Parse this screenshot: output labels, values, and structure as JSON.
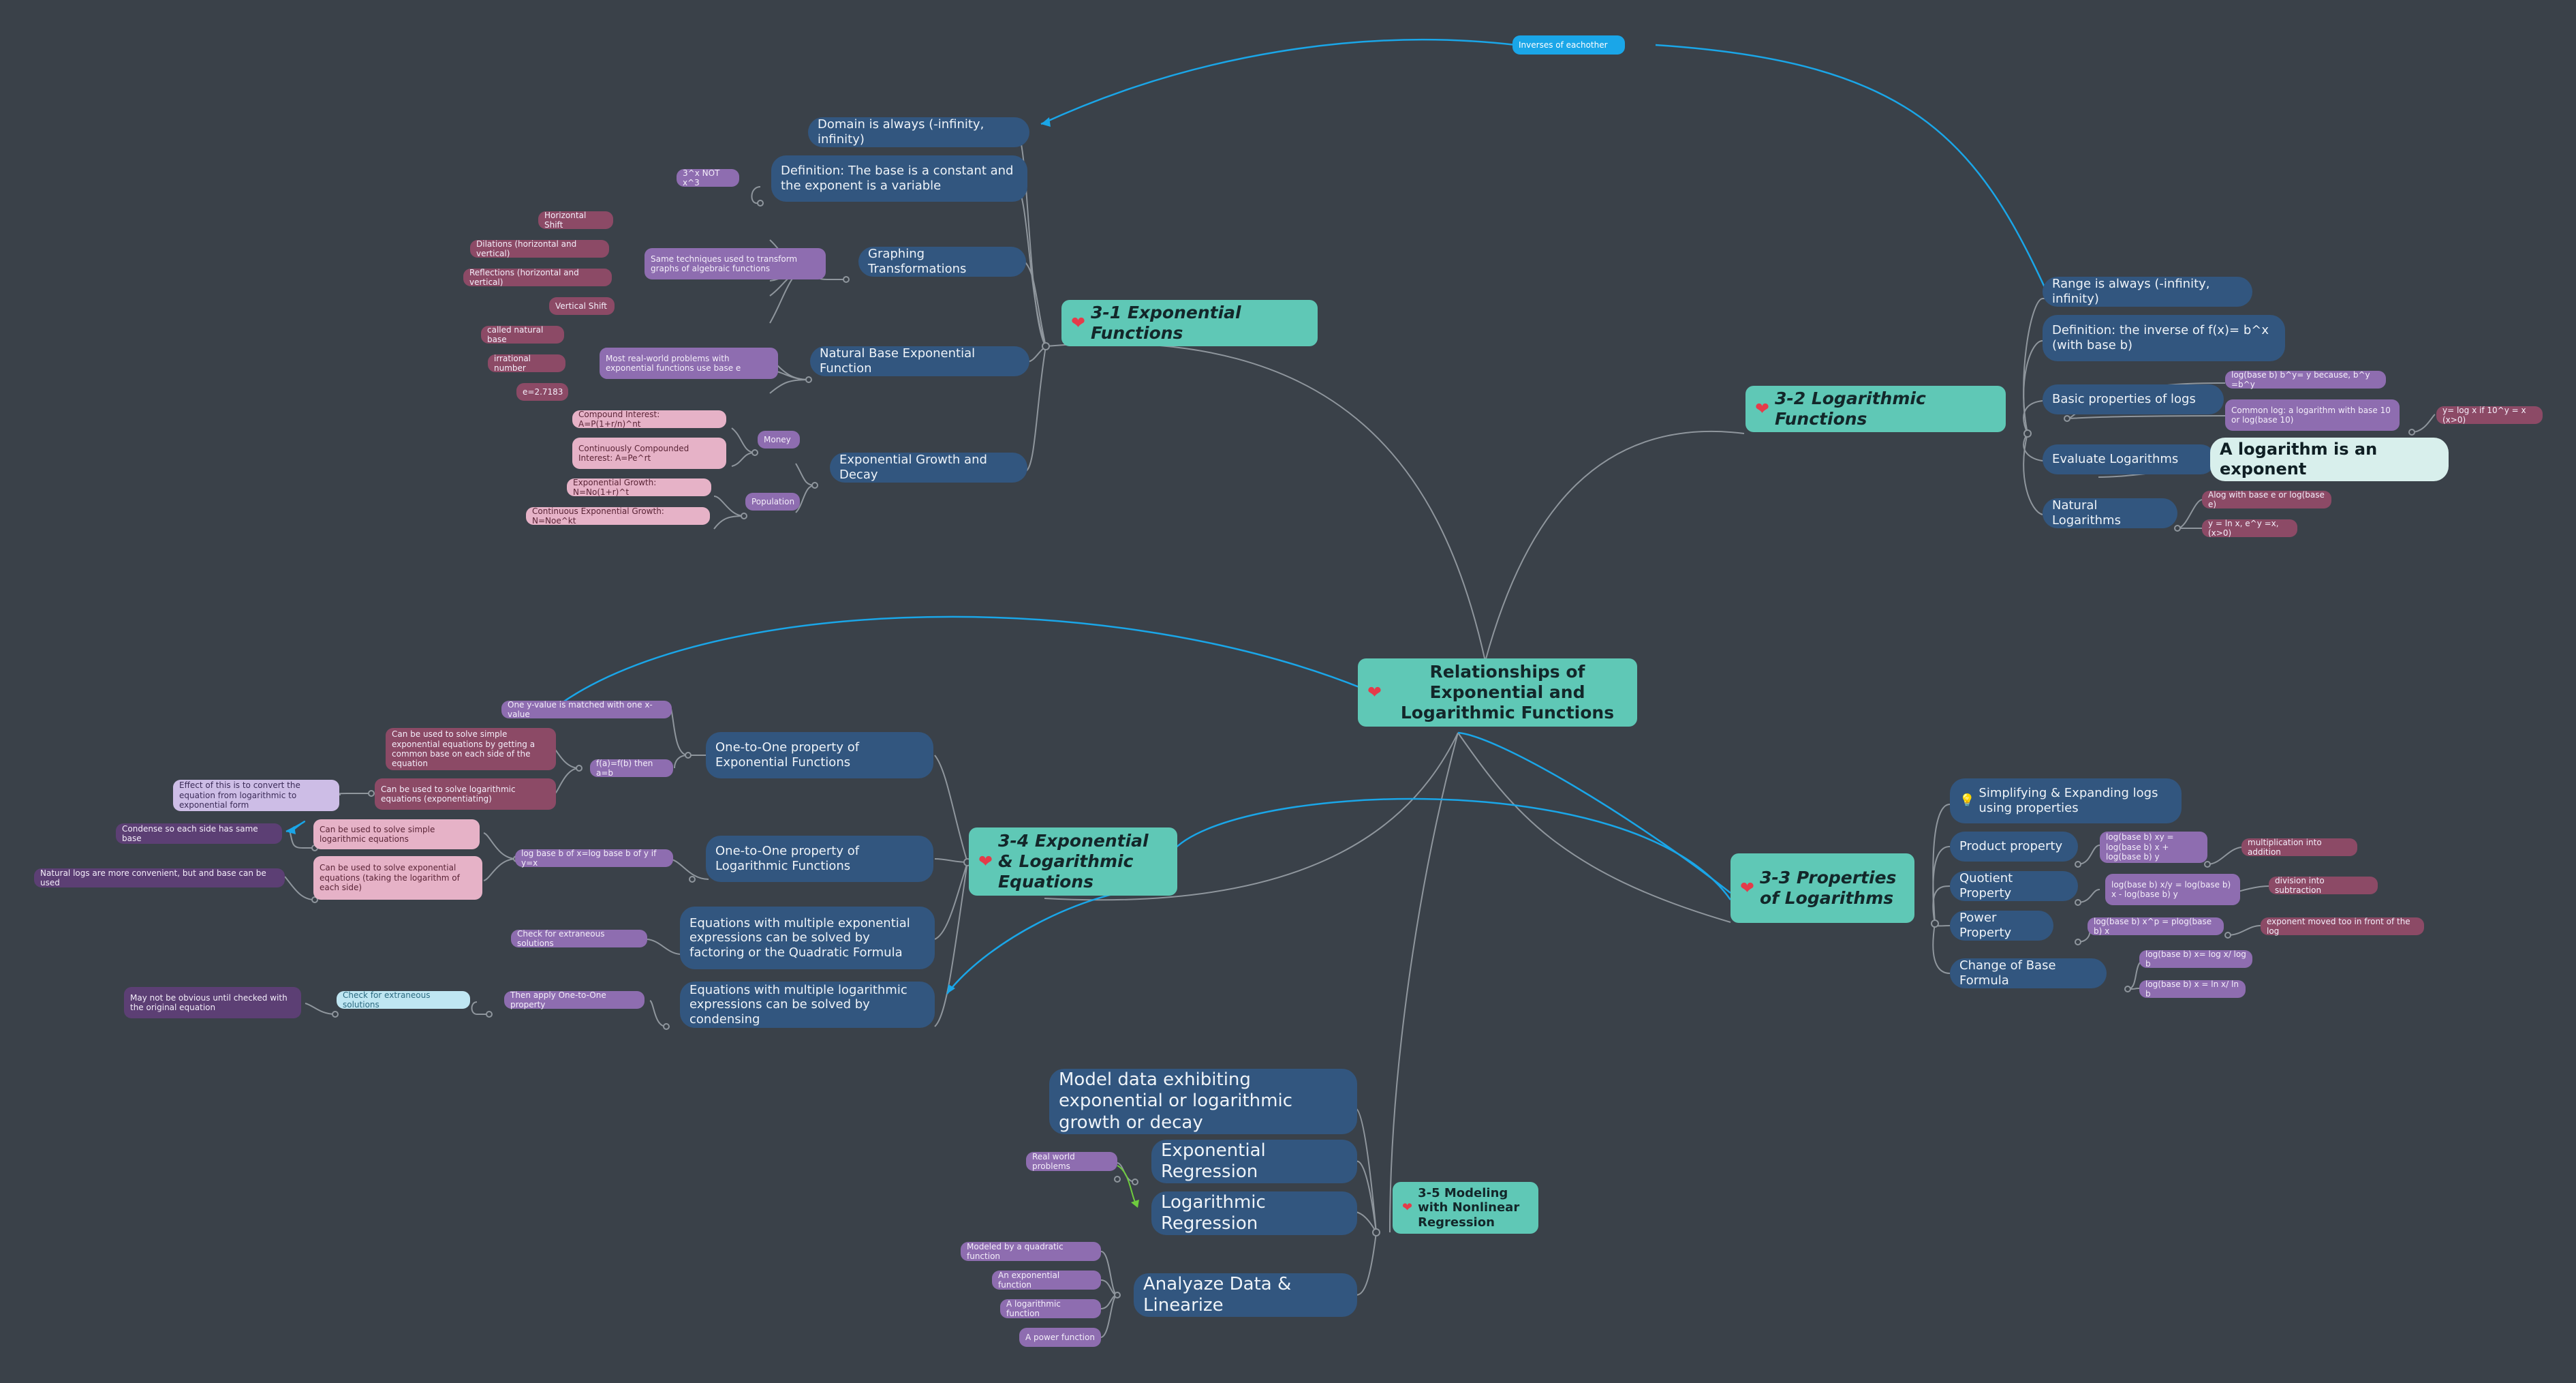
{
  "central": {
    "icon": "heart-icon",
    "label": "Relationships of Exponential and Logarithmic Functions"
  },
  "top_relation": {
    "label": "Inverses of eachother"
  },
  "branch_exponential": {
    "icon": "heart-icon",
    "title": "3-1 Exponential Functions",
    "domain": "Domain is always (-infinity, infinity)",
    "definition": "Definition: The base is a constant and the exponent is a variable",
    "definition_note": "3^x NOT x^3",
    "graphing": "Graphing Transformations",
    "graphing_note": "Same techniques used to transform graphs of algebraic functions",
    "transformations": [
      "Horizontal Shift",
      "Dilations (horizontal and vertical)",
      "Reflections (horizontal and vertical)",
      "Vertical Shift"
    ],
    "natural": "Natural Base Exponential Function",
    "natural_note": "Most real-world problems with exponential functions use base e",
    "natural_items": [
      "called natural base",
      "irrational number",
      "e=2.7183"
    ],
    "growth": "Exponential Growth and Decay",
    "money": "Money",
    "money_items": [
      "Compound Interest: A=P(1+r/n)^nt",
      "Continuously Compounded Interest: A=Pe^rt"
    ],
    "population": "Population",
    "population_items": [
      "Exponential Growth: N=No(1+r)^t",
      "Continuous Exponential Growth: N=Noe^kt"
    ]
  },
  "branch_log": {
    "icon": "heart-icon",
    "title": "3-2 Logarithmic Functions",
    "range": "Range is always (-infinity, infinity)",
    "definition": "Definition: the inverse of f(x)= b^x (with base b)",
    "basic": "Basic properties of logs",
    "basic_items": [
      "log(base b) b^y= y because, b^y =b^y",
      "Common log: a logarithm with base 10 or log(base 10)"
    ],
    "common_detail": "y= log x if 10^y = x (x>0)",
    "evaluate": "Evaluate Logarithms",
    "callout": "A logarithm is an exponent",
    "natural": "Natural Logarithms",
    "natural_items": [
      "Alog with base e or log(base e)",
      "y = ln x, e^y =x, (x>0)"
    ]
  },
  "branch_props": {
    "icon": "heart-icon",
    "title": "3-3 Properties of Logarithms",
    "simplify": "Simplifying & Expanding logs using properties",
    "product": "Product property",
    "product_rule": "log(base b) xy = log(base b) x + log(base b) y",
    "product_note": "multiplication into addition",
    "quotient": "Quotient Property",
    "quotient_rule": "log(base b) x/y = log(base b) x - log(base b) y",
    "quotient_note": "division into subtraction",
    "power": "Power Property",
    "power_rule": "log(base b) x^p = plog(base b) x",
    "power_note": "exponent moved too in front of the log",
    "change": "Change of Base Formula",
    "change_items": [
      "log(base b) x= log x/ log b",
      "log(base b) x = ln x/ ln b"
    ]
  },
  "branch_equations": {
    "icon": "heart-icon",
    "title": "3-4 Exponential & Logarithmic Equations",
    "one_to_one_exp": "One-to-One property of Exponential Functions",
    "one_y": "One y-value is matched with one x-value",
    "fa_fb": "f(a)=f(b) then a=b",
    "solve_exp_common": "Can be used to solve simple exponential equations by getting a common base on each side of the equation",
    "solve_log_exp": "Can be used to solve logarithmic equations (exponentiating)",
    "effect": "Effect of this is to convert the equation from logarithmic to exponential form",
    "one_to_one_log": "One-to-One property of Logarithmic Functions",
    "log_rule": "log base b of x=log base b of y if y=x",
    "solve_simple_log": "Can be used to solve simple logarithmic equations",
    "condense": "Condense so each side has same base",
    "solve_exp_log": "Can be used to solve exponential equations (taking the logarithm of each side)",
    "natural_logs": "Natural logs are more convenient, but and base can be used",
    "multiple_exp": "Equations with multiple exponential expressions can be solved by factoring or the Quadratic Formula",
    "extraneous": "Check for extraneous solutions",
    "multiple_log": "Equations with multiple logarithmic expressions can be solved by condensing",
    "then_apply": "Then apply One-to-One property",
    "check_ext": "Check for extraneous solutions",
    "may_not": "May not be obvious until checked with the original equation"
  },
  "branch_modeling": {
    "icon": "heart-icon",
    "title": "3-5 Modeling with Nonlinear Regression",
    "model": "Model data exhibiting exponential or logarithmic growth or decay",
    "exp_reg": "Exponential Regression",
    "log_reg": "Logarithmic Regression",
    "real_world": "Real world problems",
    "analyze": "Analyaze Data & Linearize",
    "analyze_items": [
      "Modeled by a quadratic function",
      "An exponential function",
      "A logarithmic function",
      "A power function"
    ]
  },
  "colors": {
    "background": "#3a4149",
    "topic": "#5fc8b6",
    "subtopic": "#32567f",
    "tag": "#8e6db0",
    "relation": "#1aa6e8",
    "line": "#8f969d"
  }
}
